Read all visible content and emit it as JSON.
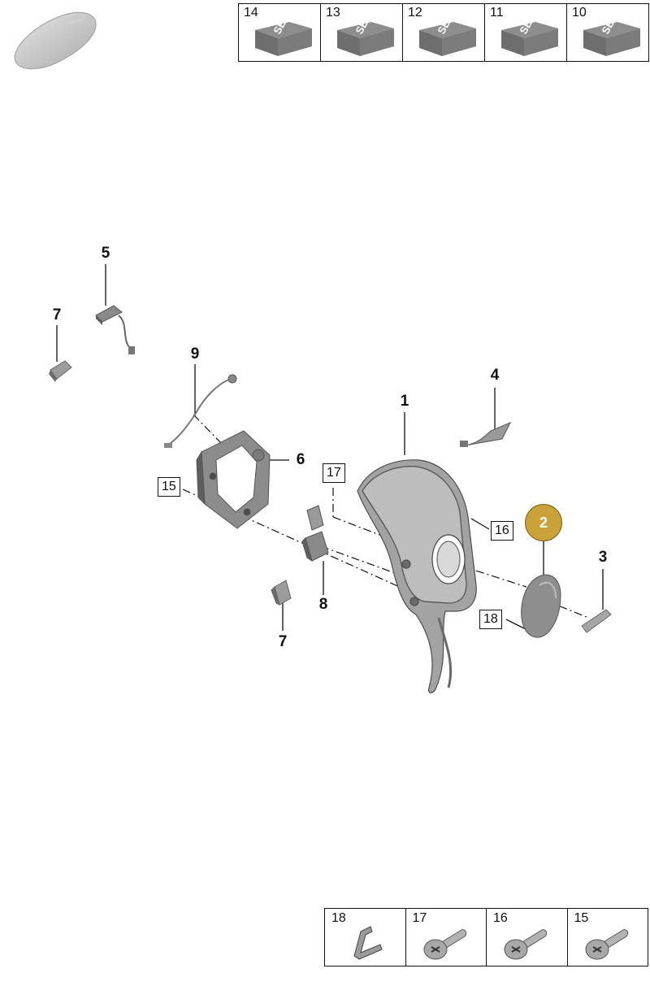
{
  "sets_panel": {
    "cells": [
      {
        "number": "14",
        "badge": "SET"
      },
      {
        "number": "13",
        "badge": "SET"
      },
      {
        "number": "12",
        "badge": "SET"
      },
      {
        "number": "11",
        "badge": "SET"
      },
      {
        "number": "10",
        "badge": "SET"
      }
    ]
  },
  "fasteners_panel": {
    "cells": [
      {
        "number": "18",
        "icon": "clip-icon"
      },
      {
        "number": "17",
        "icon": "screw-icon"
      },
      {
        "number": "16",
        "icon": "screw-icon"
      },
      {
        "number": "15",
        "icon": "screw-icon"
      }
    ]
  },
  "callouts": {
    "c1": "1",
    "c3": "3",
    "c4": "4",
    "c5": "5",
    "c6": "6",
    "c7a": "7",
    "c7b": "7",
    "c8": "8",
    "c9": "9"
  },
  "boxed_labels": {
    "b15": "15",
    "b16": "16",
    "b17": "17",
    "b18": "18"
  },
  "highlight": {
    "label": "2",
    "color": "#c9a23a"
  },
  "colors": {
    "part_fill": "#9a9a9a",
    "part_dark": "#5c5c5c",
    "line": "#111111"
  }
}
